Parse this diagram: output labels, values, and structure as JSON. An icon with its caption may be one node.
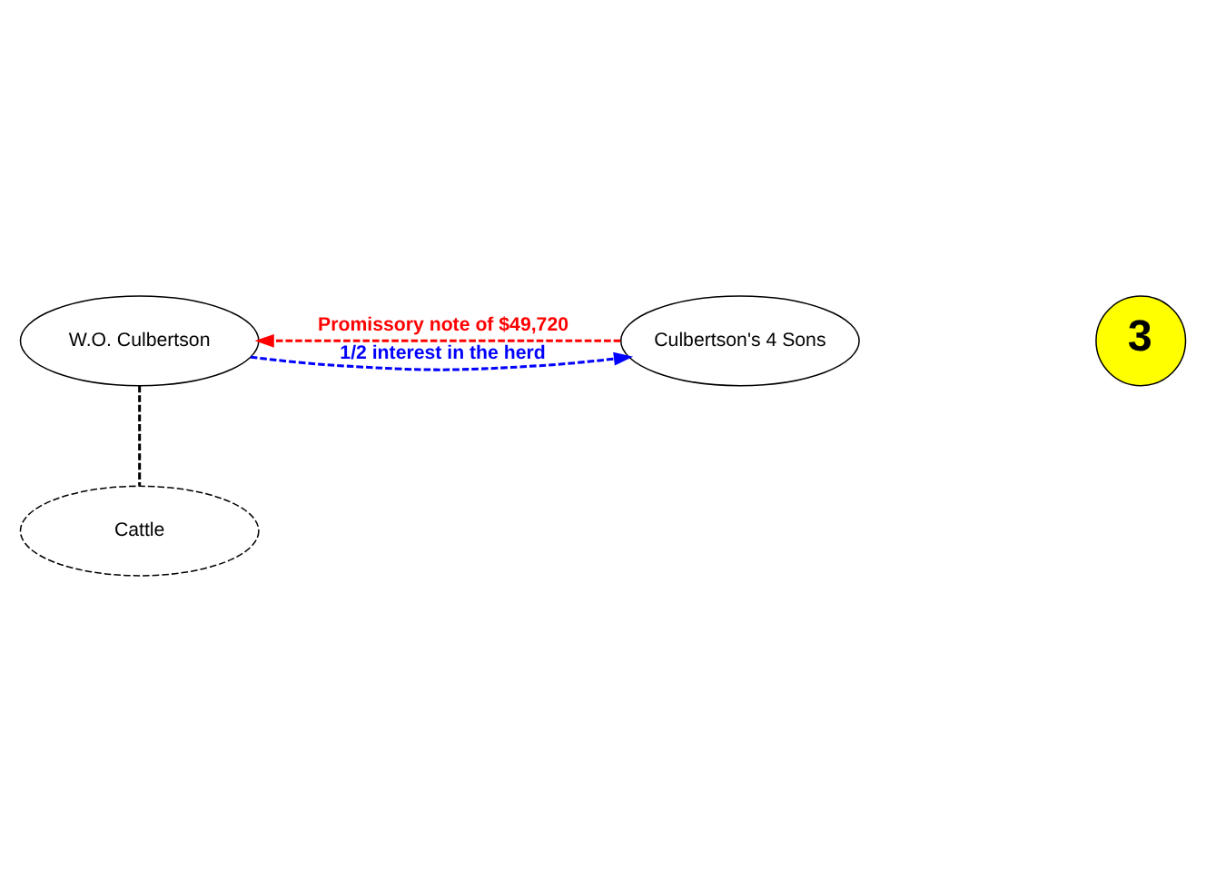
{
  "diagram": {
    "nodes": [
      {
        "text": [
          "W.O. Culbertson"
        ]
      },
      {
        "text": [
          "Culbertson's 4 Sons"
        ]
      },
      {
        "text": [
          "Cattle"
        ]
      },
      {
        "text": [
          "3"
        ]
      }
    ],
    "edges": [
      {
        "from": 1,
        "to": 0,
        "arrow": "to",
        "label": "Promissory note of $49,720",
        "style": "dashed",
        "color": "#ff0000"
      },
      {
        "from": 0,
        "to": 1,
        "arrow": "to",
        "label": "1/2 interest in the herd",
        "style": "dashed",
        "color": "#0000ff"
      },
      {
        "from": 0,
        "to": 2,
        "arrow": "none",
        "style": "dashed",
        "color": "#000000"
      }
    ]
  }
}
